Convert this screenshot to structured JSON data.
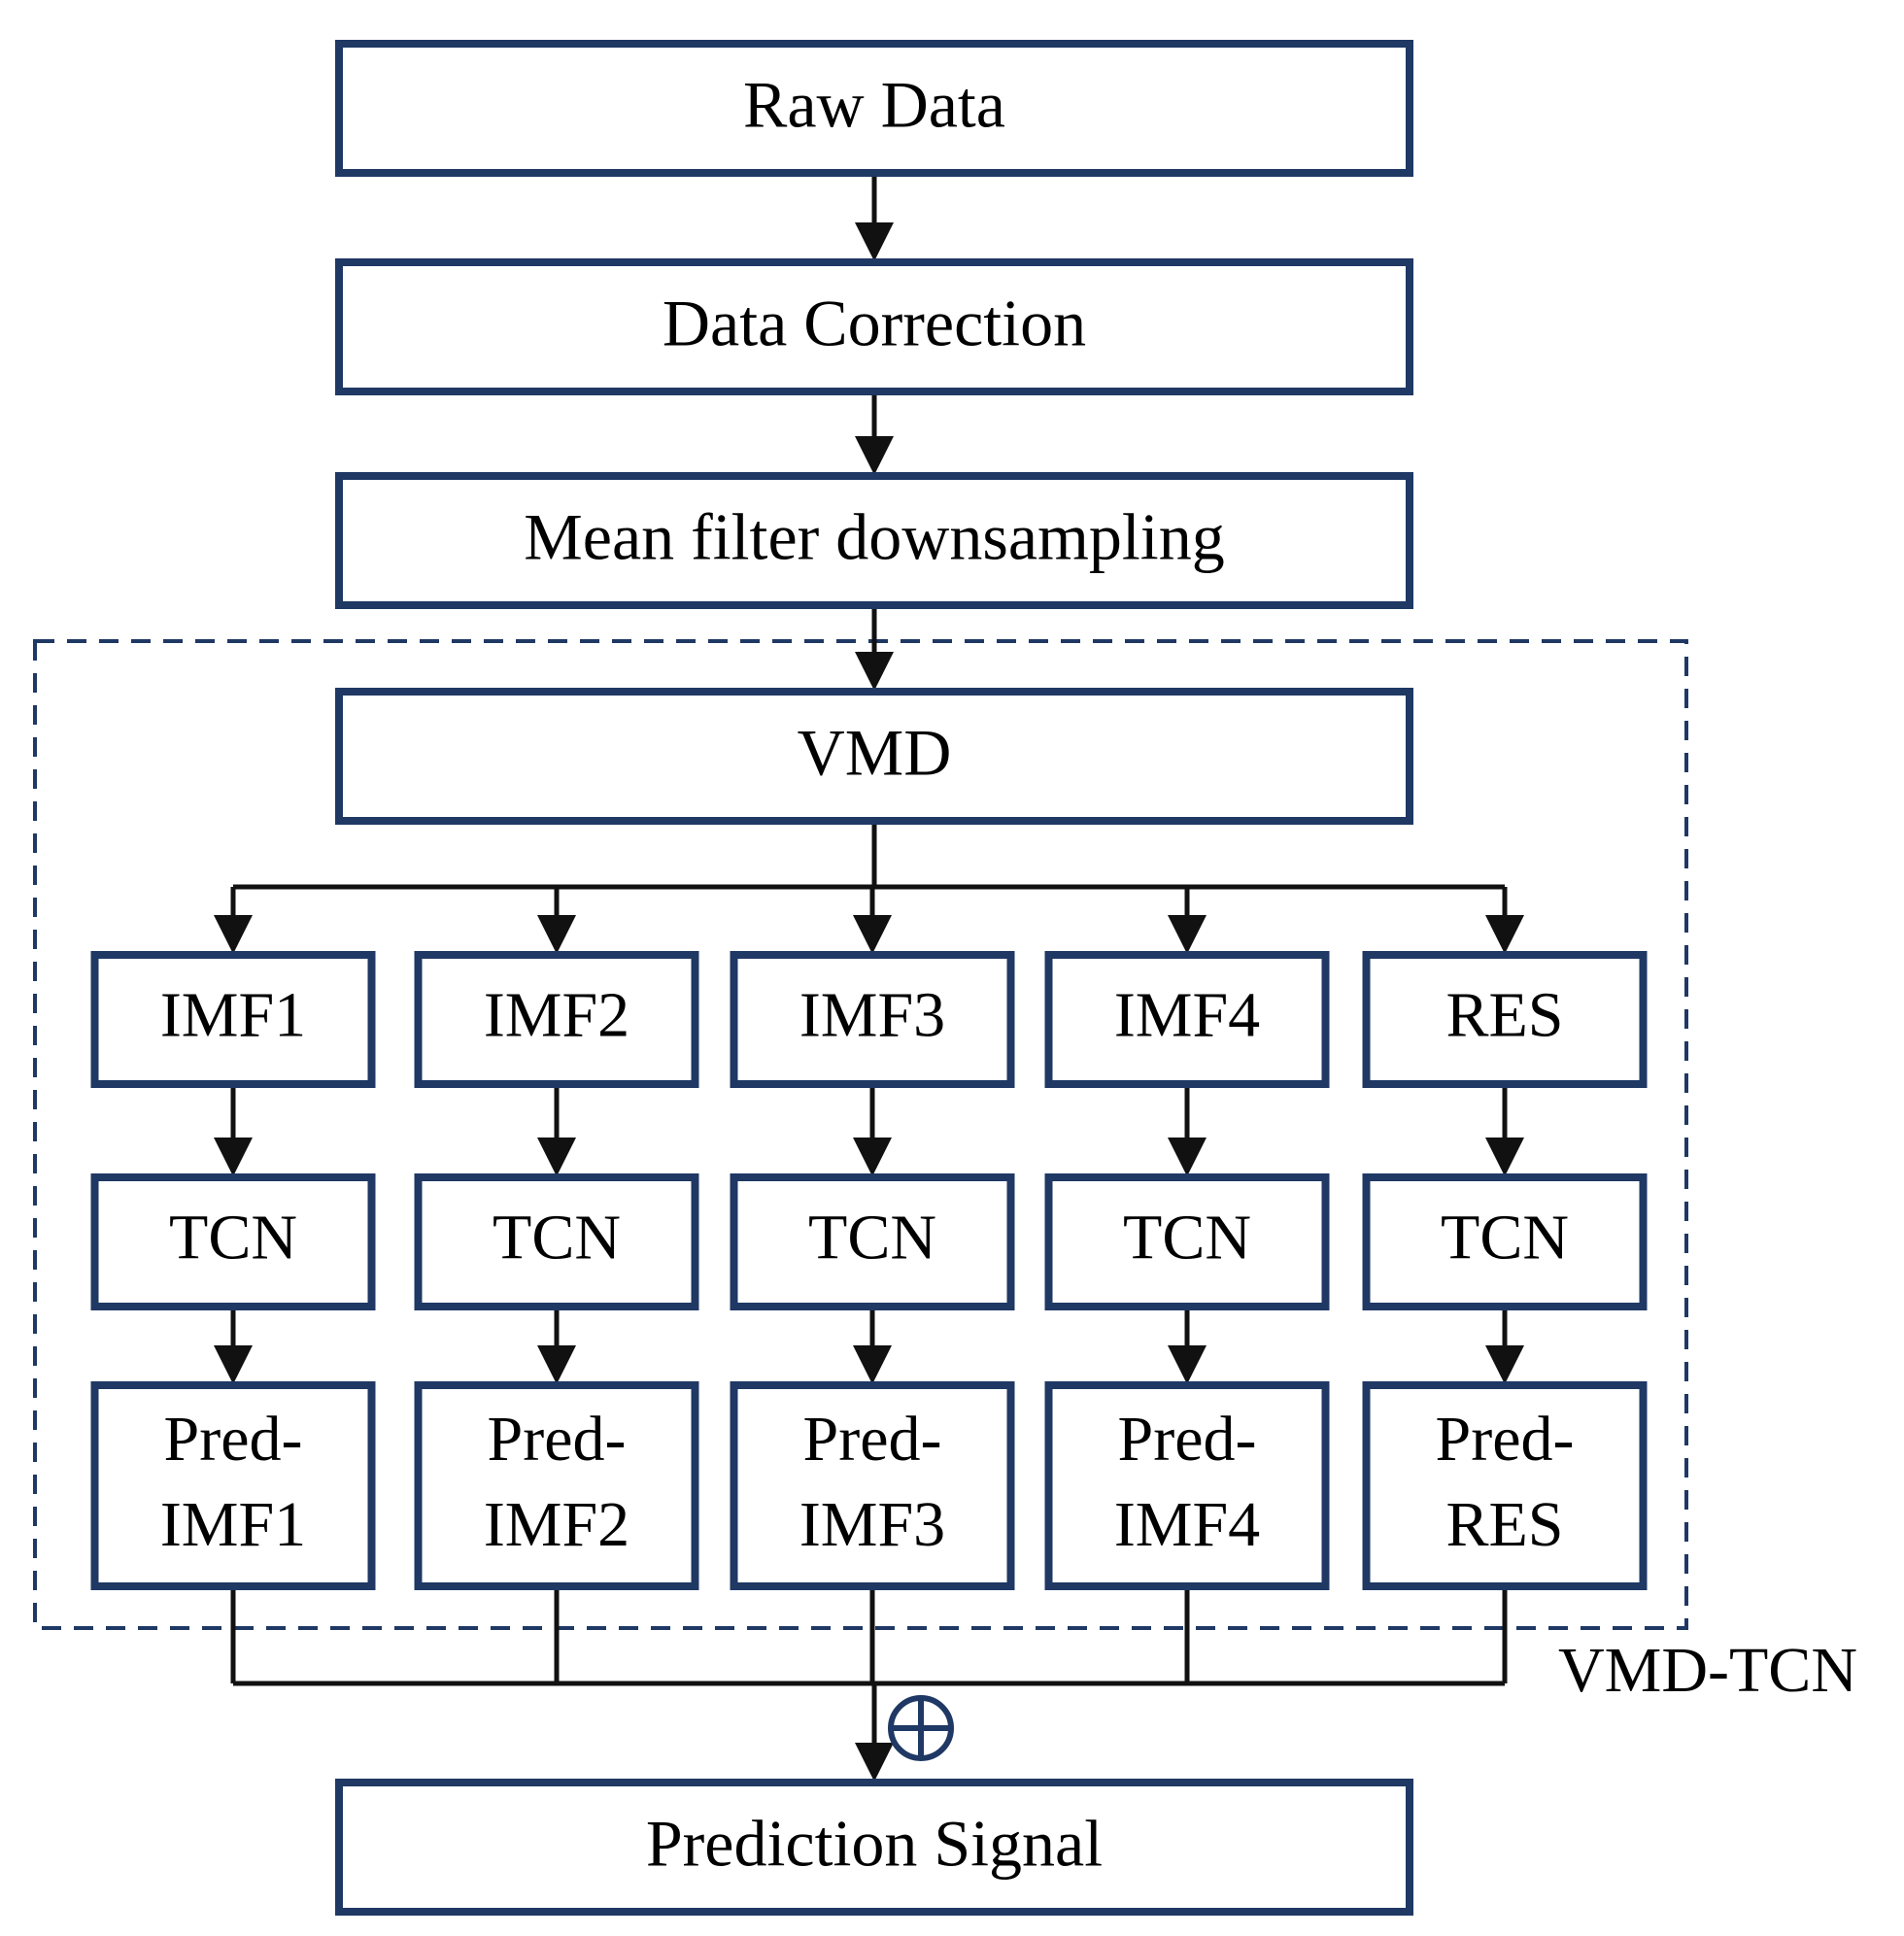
{
  "diagram": {
    "pipeline": {
      "raw_data": "Raw Data",
      "data_correction": "Data Correction",
      "mean_filter": "Mean filter downsampling",
      "vmd": "VMD",
      "prediction_signal": "Prediction Signal"
    },
    "branches": [
      {
        "component": "IMF1",
        "model": "TCN",
        "pred_line1": "Pred-",
        "pred_line2": "IMF1"
      },
      {
        "component": "IMF2",
        "model": "TCN",
        "pred_line1": "Pred-",
        "pred_line2": "IMF2"
      },
      {
        "component": "IMF3",
        "model": "TCN",
        "pred_line1": "Pred-",
        "pred_line2": "IMF3"
      },
      {
        "component": "IMF4",
        "model": "TCN",
        "pred_line1": "Pred-",
        "pred_line2": "IMF4"
      },
      {
        "component": "RES",
        "model": "TCN",
        "pred_line1": "Pred-",
        "pred_line2": "RES"
      }
    ],
    "group_label": "VMD-TCN",
    "colors": {
      "box_border": "#1f3864",
      "arrow": "#111111",
      "dashed_border": "#1f3864",
      "background": "#ffffff"
    }
  }
}
